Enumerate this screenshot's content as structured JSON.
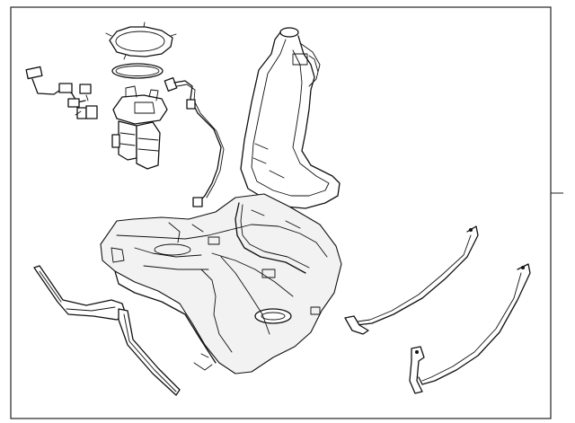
{
  "diagram": {
    "callouts": [],
    "components": [
      {
        "id": "lock-ring",
        "icon": "lock-ring-icon"
      },
      {
        "id": "seal-gasket",
        "icon": "seal-ring-icon"
      },
      {
        "id": "fuel-pump-module",
        "icon": "fuel-pump-icon"
      },
      {
        "id": "pump-wiring-harness",
        "icon": "wiring-harness-icon"
      },
      {
        "id": "sender-wire",
        "icon": "sender-wire-icon"
      },
      {
        "id": "fuel-tank",
        "icon": "fuel-tank-icon"
      },
      {
        "id": "filler-neck",
        "icon": "filler-neck-icon"
      },
      {
        "id": "heat-shield-bracket",
        "icon": "heat-shield-icon"
      },
      {
        "id": "tank-strap-front",
        "icon": "tank-strap-icon"
      },
      {
        "id": "tank-strap-rear",
        "icon": "tank-strap-icon"
      }
    ]
  }
}
